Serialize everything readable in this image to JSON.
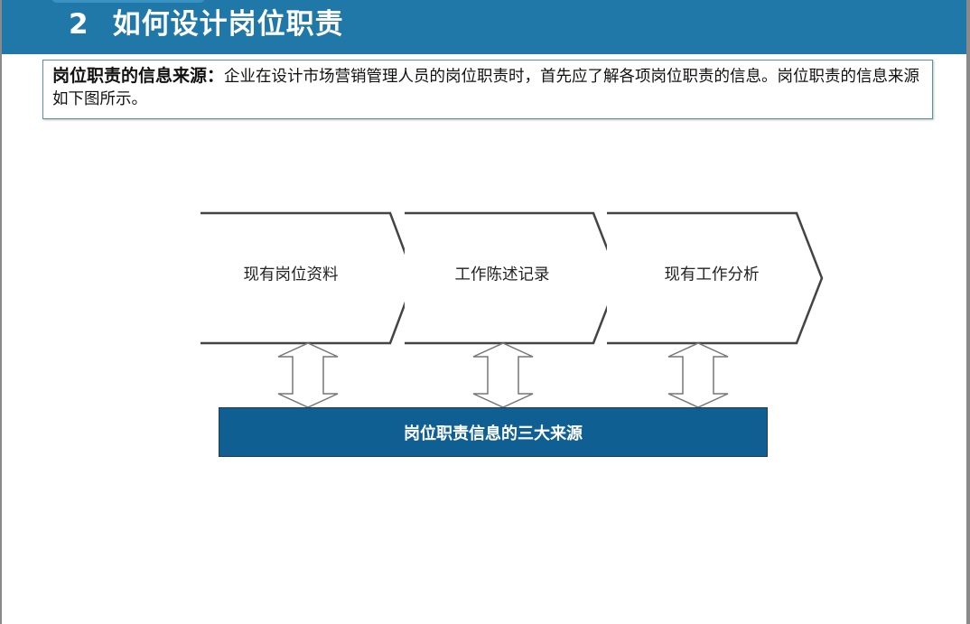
{
  "header": {
    "section_number": "2",
    "title": "如何设计岗位职责"
  },
  "intro": {
    "label": "岗位职责的信息来源：",
    "text": "企业在设计市场营销管理人员的岗位职责时，首先应了解各项岗位职责的信息。岗位职责的信息来源如下图所示。"
  },
  "diagram": {
    "sources": [
      {
        "label": "现有岗位资料"
      },
      {
        "label": "工作陈述记录"
      },
      {
        "label": "现有工作分析"
      }
    ],
    "summary_label": "岗位职责信息的三大来源",
    "colors": {
      "header_bg": "#1f78a8",
      "bar_bg": "#0f5f93",
      "outline": "#444444"
    }
  }
}
